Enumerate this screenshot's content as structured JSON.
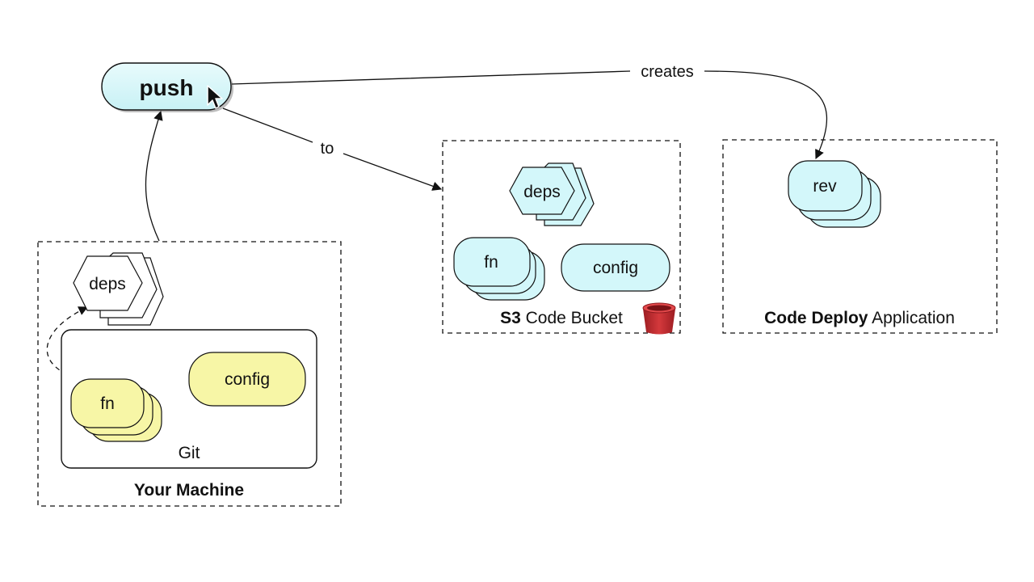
{
  "push_button": {
    "label": "push"
  },
  "edges": {
    "creates_label": "creates",
    "to_label": "to"
  },
  "machine": {
    "title": "Your Machine",
    "git_label": "Git",
    "deps_label": "deps",
    "fn_label": "fn",
    "config_label": "config"
  },
  "s3": {
    "title_bold": "S3",
    "title_rest": " Code Bucket",
    "deps_label": "deps",
    "fn_label": "fn",
    "config_label": "config"
  },
  "codedeploy": {
    "title_bold": "Code Deploy",
    "title_rest": " Application",
    "rev_label": "rev"
  },
  "colors": {
    "local_fill": "#f7f6a6",
    "remote_fill": "#d3f7fa",
    "bucket_red": "#c0282d",
    "stroke": "#111111"
  },
  "icons": [
    "mouse-pointer-icon",
    "s3-bucket-icon"
  ]
}
